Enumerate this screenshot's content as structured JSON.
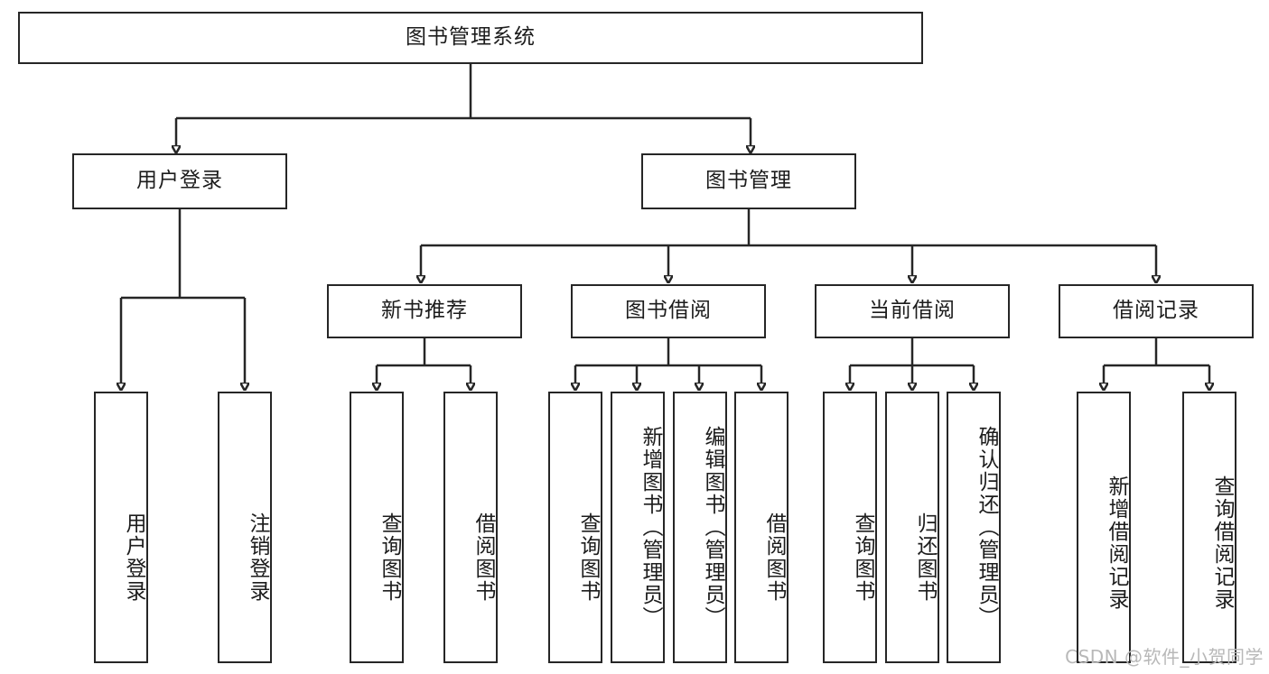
{
  "diagram": {
    "type": "tree-hierarchy",
    "title": "图书管理系统",
    "watermark": "CSDN @软件_小贺同学",
    "colors": {
      "stroke": "#262626",
      "fill": "#ffffff",
      "text": "#1c1c1c",
      "watermark": "#b8b8b8"
    },
    "nodes": {
      "root": {
        "label": "图书管理系统",
        "level": 1
      },
      "l2": [
        {
          "id": "user-login",
          "label": "用户登录",
          "level": 2
        },
        {
          "id": "book-manage",
          "label": "图书管理",
          "level": 2
        }
      ],
      "l3": [
        {
          "id": "new-book-recommend",
          "label": "新书推荐",
          "level": 3,
          "parent": "book-manage"
        },
        {
          "id": "book-borrow",
          "label": "图书借阅",
          "level": 3,
          "parent": "book-manage"
        },
        {
          "id": "current-borrow",
          "label": "当前借阅",
          "level": 3,
          "parent": "book-manage"
        },
        {
          "id": "borrow-record",
          "label": "借阅记录",
          "level": 3,
          "parent": "book-manage"
        }
      ],
      "leaves": {
        "user_login": [
          {
            "id": "leaf-user-login",
            "label": "用户登录"
          },
          {
            "id": "leaf-user-logout",
            "label": "注销登录"
          }
        ],
        "new_book_recommend": [
          {
            "id": "leaf-query-book-1",
            "label": "查询图书"
          },
          {
            "id": "leaf-borrow-book-1",
            "label": "借阅图书"
          }
        ],
        "book_borrow": [
          {
            "id": "leaf-query-book-2",
            "label": "查询图书"
          },
          {
            "id": "leaf-add-book",
            "label": "新增图书（管理员）"
          },
          {
            "id": "leaf-edit-book",
            "label": "编辑图书（管理员）"
          },
          {
            "id": "leaf-borrow-book-2",
            "label": "借阅图书"
          }
        ],
        "current_borrow": [
          {
            "id": "leaf-query-book-3",
            "label": "查询图书"
          },
          {
            "id": "leaf-return-book",
            "label": "归还图书"
          },
          {
            "id": "leaf-confirm-return",
            "label": "确认归还（管理员）"
          }
        ],
        "borrow_record": [
          {
            "id": "leaf-add-record",
            "label": "新增借阅记录"
          },
          {
            "id": "leaf-query-record",
            "label": "查询借阅记录"
          }
        ]
      }
    }
  }
}
